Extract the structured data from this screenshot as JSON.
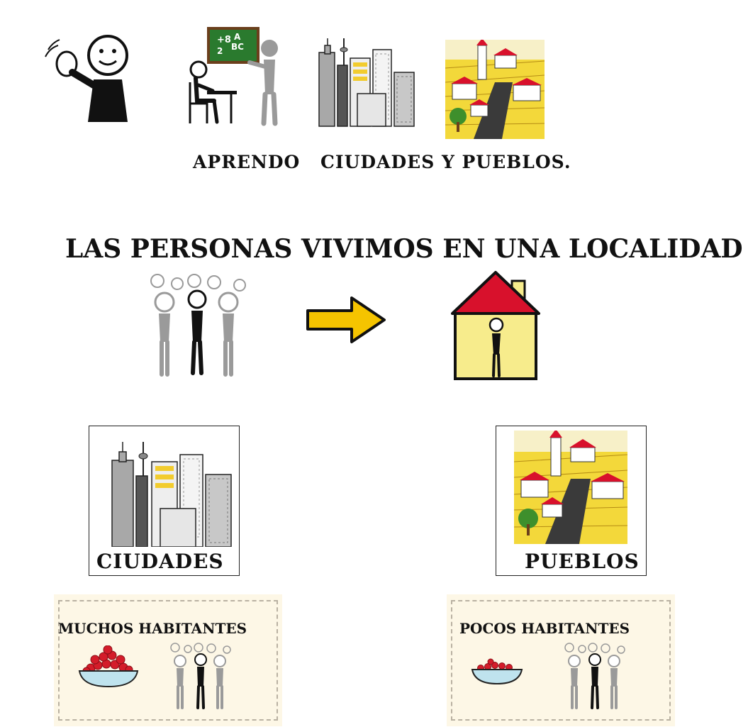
{
  "header": {
    "word_aprendo": "APRENDO",
    "word_topic": "CIUDADES Y PUEBLOS."
  },
  "section": {
    "headline": "LAS PERSONAS VIVIMOS EN UNA LOCALIDAD"
  },
  "cards": {
    "city_label": "CIUDADES",
    "town_label": "PUEBLOS"
  },
  "notes": {
    "many": "MUCHOS HABITANTES",
    "few": "POCOS HABITANTES"
  },
  "colors": {
    "roof_red": "#d8112c",
    "house_yellow": "#f7ec8c",
    "arrow_yellow": "#f5c400",
    "field_yellow": "#f2d21c",
    "bowl_blue": "#bfe3ee",
    "berry_red": "#d41c2a",
    "note_bg": "#fdf7e6"
  },
  "icons": [
    "waving-person-icon",
    "teacher-blackboard-icon",
    "city-skyline-icon",
    "village-icon",
    "people-group-icon",
    "arrow-right-icon",
    "house-person-icon",
    "berry-bowl-full-icon",
    "berry-bowl-few-icon"
  ]
}
